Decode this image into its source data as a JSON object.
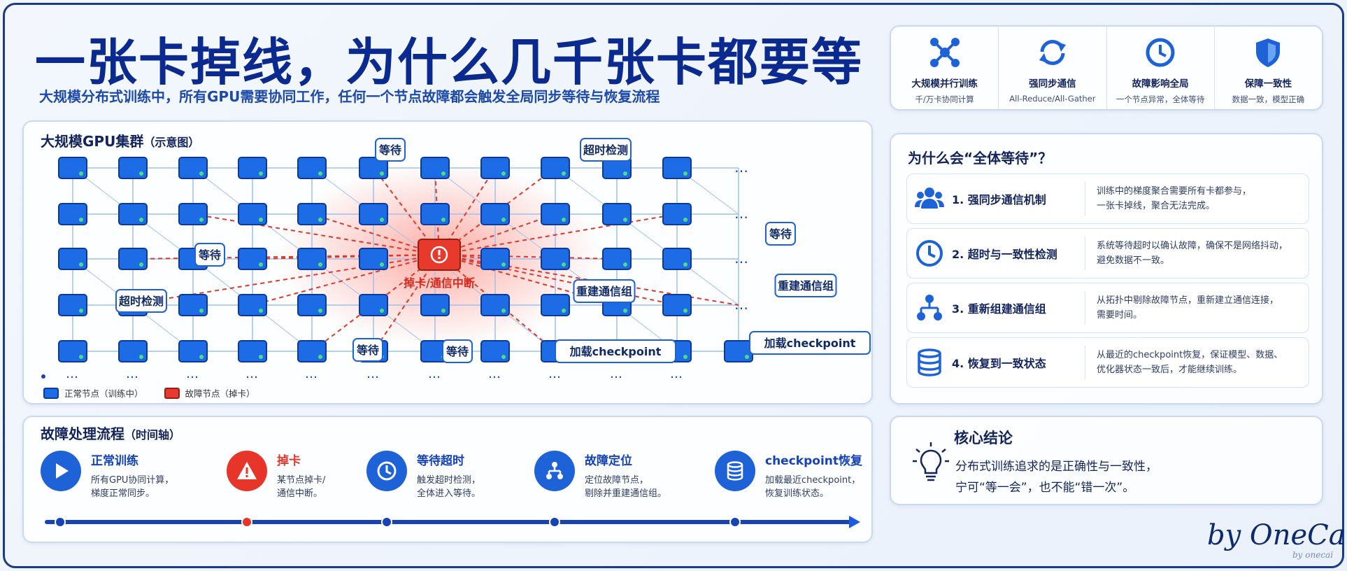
{
  "title": "一张卡掉线，为什么几千张卡都要等",
  "subtitle": "大规模分布式训练中，所有GPU需要协同工作，任何一个节点故障都会触发全局同步等待与恢复流程",
  "features": [
    {
      "icon": "network-icon",
      "title": "大规模并行训练",
      "desc": "千/万卡协同计算"
    },
    {
      "icon": "sync-icon",
      "title": "强同步通信",
      "desc": "All-Reduce/All-Gather"
    },
    {
      "icon": "clock-icon",
      "title": "故障影响全局",
      "desc": "一个节点异常，全体等待"
    },
    {
      "icon": "shield-icon",
      "title": "保障一致性",
      "desc": "数据一致，模型正确"
    }
  ],
  "cluster": {
    "title": "大规模GPU集群",
    "title_note": "（示意图）",
    "failed_label": "掉卡/通信中断",
    "ellipsis": "…",
    "callouts": [
      {
        "id": "wait1",
        "text": "等待"
      },
      {
        "id": "timeout1",
        "text": "超时检测"
      },
      {
        "id": "wait2",
        "text": "等待"
      },
      {
        "id": "wait3",
        "text": "等待"
      },
      {
        "id": "timeout2",
        "text": "超时检测"
      },
      {
        "id": "rebuild1",
        "text": "重建通信组"
      },
      {
        "id": "rebuild2",
        "text": "重建通信组"
      },
      {
        "id": "wait4",
        "text": "等待"
      },
      {
        "id": "wait5",
        "text": "等待"
      },
      {
        "id": "ckpt1",
        "text": "加载checkpoint"
      },
      {
        "id": "ckpt2",
        "text": "加载checkpoint"
      }
    ],
    "legend": {
      "normal": "正常节点（训练中）",
      "failed": "故障节点（掉卡）"
    },
    "colors": {
      "normal": "#1e6be6",
      "failed": "#e83a2c",
      "link": "#9fc0ef",
      "fail_link": "#e0382a"
    }
  },
  "why": {
    "title": "为什么会“全体等待”？",
    "reasons": [
      {
        "icon": "users-icon",
        "title": "1. 强同步通信机制",
        "desc1": "训练中的梯度聚合需要所有卡都参与，",
        "desc2": "一张卡掉线，聚合无法完成。"
      },
      {
        "icon": "clock-icon",
        "title": "2. 超时与一致性检测",
        "desc1": "系统等待超时以确认故障，确保不是网络抖动，",
        "desc2": "避免数据不一致。"
      },
      {
        "icon": "topology-icon",
        "title": "3. 重新组建通信组",
        "desc1": "从拓扑中剔除故障节点，重新建立通信连接，",
        "desc2": "需要时间。"
      },
      {
        "icon": "database-icon",
        "title": "4. 恢复到一致状态",
        "desc1": "从最近的checkpoint恢复，保证模型、数据、",
        "desc2": "优化器状态一致后，才能继续训练。"
      }
    ]
  },
  "timeline": {
    "title": "故障处理流程",
    "title_note": "（时间轴）",
    "steps": [
      {
        "icon": "play-icon",
        "title": "正常训练",
        "desc1": "所有GPU协同计算，",
        "desc2": "梯度正常同步。",
        "color": "#1e62d8"
      },
      {
        "icon": "warning-icon",
        "title": "掉卡",
        "desc1": "某节点掉卡/",
        "desc2": "通信中断。",
        "color": "#e8352a"
      },
      {
        "icon": "clock-icon",
        "title": "等待超时",
        "desc1": "触发超时检测，",
        "desc2": "全体进入等待。",
        "color": "#1e62d8"
      },
      {
        "icon": "topology-icon",
        "title": "故障定位",
        "desc1": "定位故障节点，",
        "desc2": "剔除并重建通信组。",
        "color": "#1e62d8"
      },
      {
        "icon": "database-icon",
        "title": "checkpoint恢复",
        "desc1": "加载最近checkpoint，",
        "desc2": "恢复训练状态。",
        "color": "#1e62d8"
      }
    ]
  },
  "conclusion": {
    "title": "核心结论",
    "line1": "分布式训练追求的是正确性与一致性，",
    "line2": "宁可“等一会”，也不能“错一次”。"
  },
  "signature": "by OneCai",
  "signature_small": "by onecai"
}
